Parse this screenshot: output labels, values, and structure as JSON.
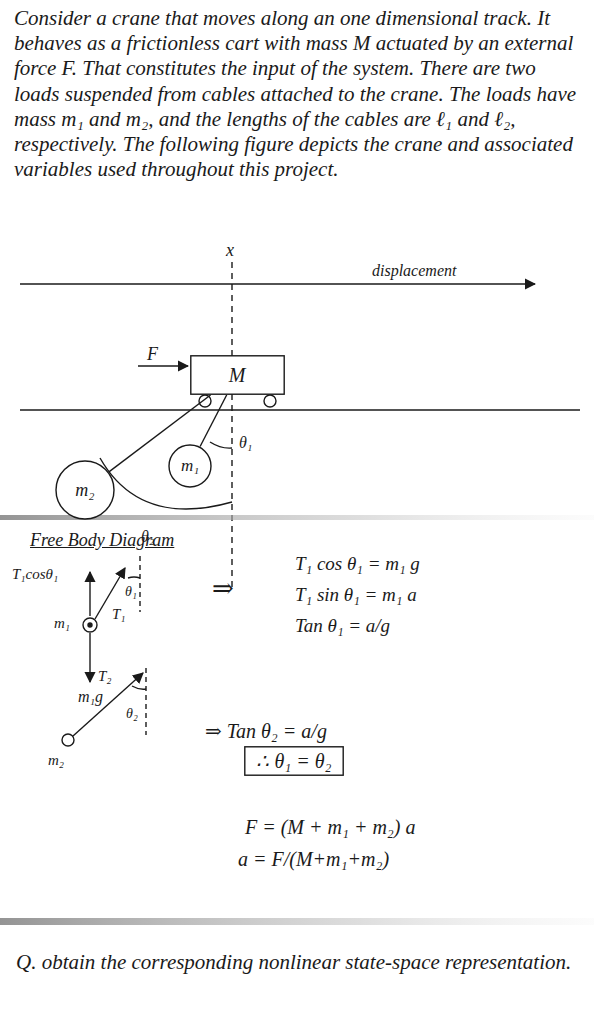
{
  "diagram": {
    "nodes": [
      {
        "text": [
          "M"
        ]
      },
      {
        "text": [
          "m₁"
        ]
      },
      {
        "text": [
          "m₂"
        ]
      },
      {
        "text": [
          "∴ θ₁ = θ₂"
        ]
      }
    ],
    "edges": [
      {
        "from": 0,
        "to": 1,
        "arrow": "none"
      },
      {
        "from": 0,
        "to": 2,
        "arrow": "none"
      }
    ],
    "labels": [
      "Consider a crane that moves along an one dimensional track. It behaves as a frictionless cart with mass M actuated by an external force F. That constitutes the input of the system. There are two loads suspended from cables attached to the crane. The loads have mass m₁ and m₂, and the lengths of the cables are ℓ₁ and ℓ₂, respectively. The following figure depicts the crane and associated variables used throughout this project.",
      "x",
      "displacement",
      "F",
      "θ₁",
      "θ₂",
      "Free Body Diagram",
      "T₁cosθ₁",
      "m₁",
      "θ₁",
      "T₁",
      "m₁g",
      "⇒",
      "T₁ cos θ₁ = m₁ g",
      "T₁ sin θ₁ = m₁ a",
      "Tan θ₁ = a/g",
      "T₂",
      "θ₂",
      "m₂",
      "⇒ Tan θ₂ = a/g",
      "F = (M + m₁ + m₂) a",
      "a = F/(M+m₁+m₂)",
      "Q. obtain the corresponding nonlinear state-space representation."
    ]
  }
}
